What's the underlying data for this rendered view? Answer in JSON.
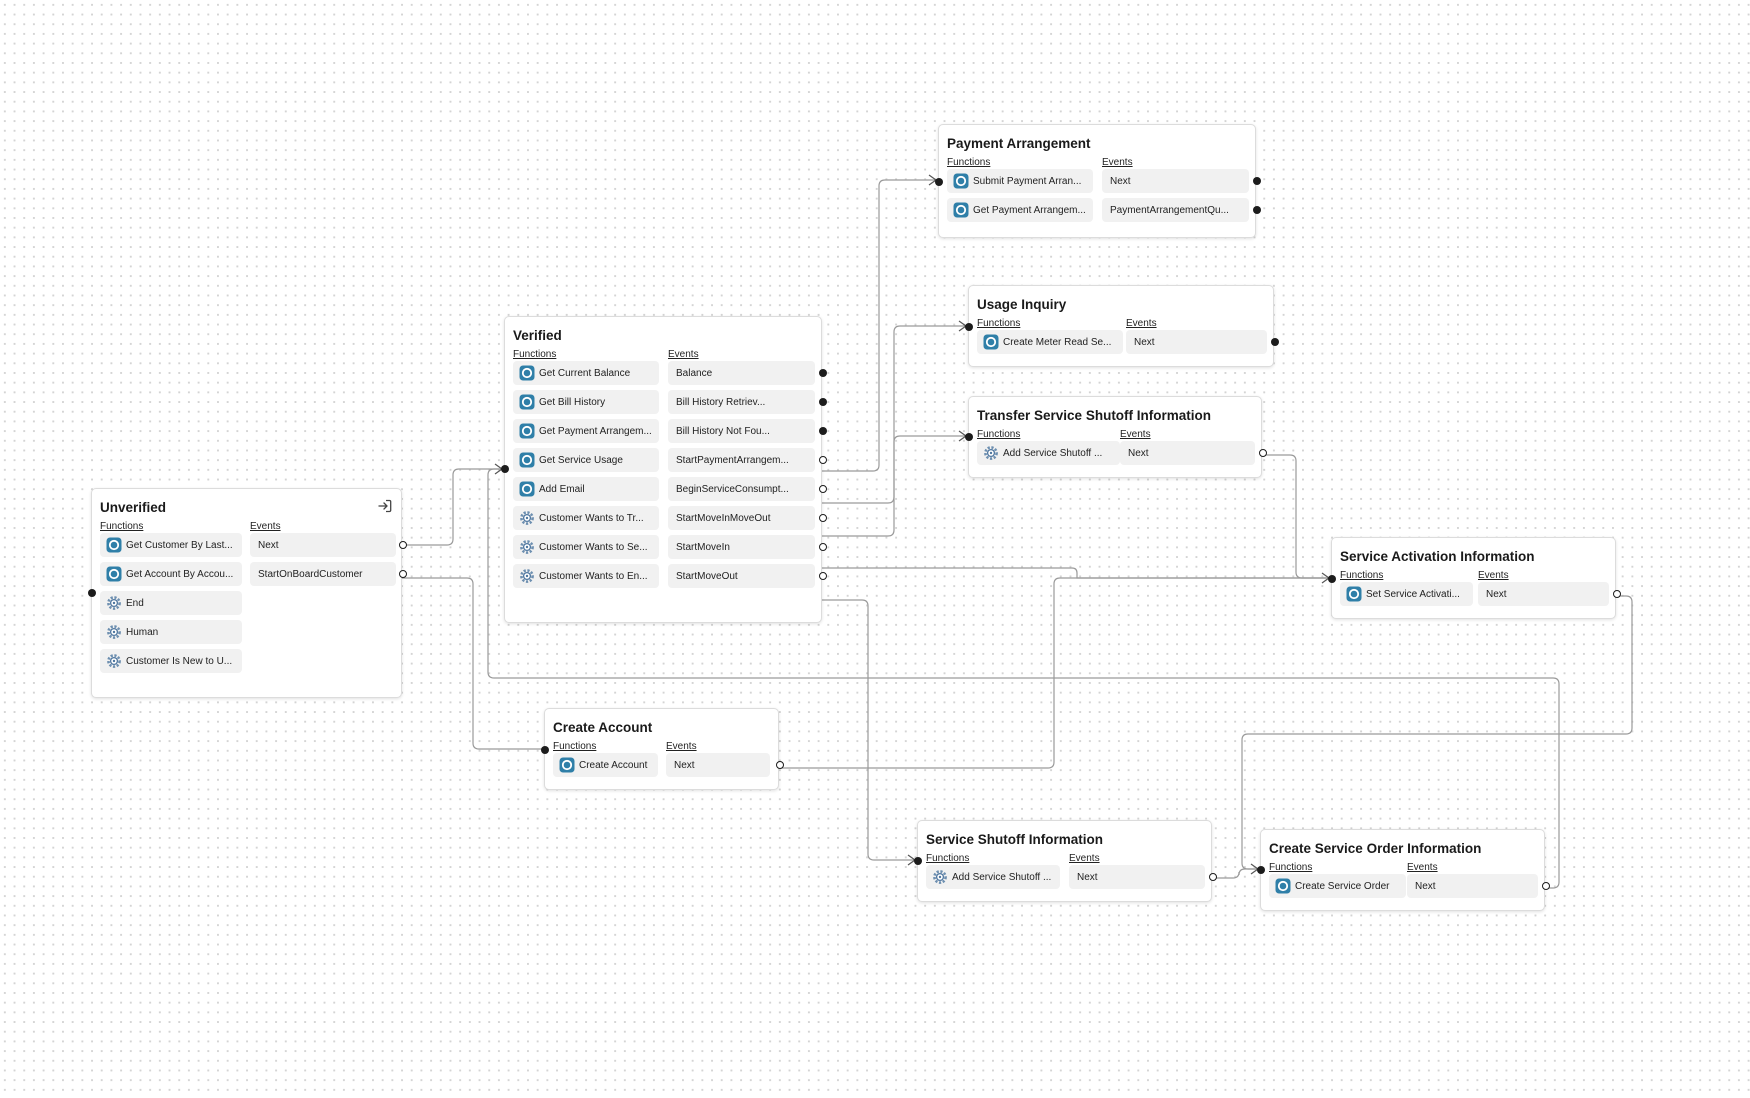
{
  "colors": {
    "accent": "#2f7fa8",
    "port": "#1c1c1c",
    "wire": "#9a9a9a"
  },
  "labels": {
    "functions": "Functions",
    "events": "Events"
  },
  "nodes": [
    {
      "id": "payment-arrangement",
      "title": "Payment Arrangement",
      "functions": [
        {
          "label": "Submit Payment Arran...",
          "icon": "api-icon"
        },
        {
          "label": "Get Payment Arrangem...",
          "icon": "api-icon"
        }
      ],
      "events": [
        {
          "label": "Next",
          "port": "filled"
        },
        {
          "label": "PaymentArrangementQu...",
          "port": "filled"
        }
      ]
    },
    {
      "id": "usage-inquiry",
      "title": "Usage Inquiry",
      "functions": [
        {
          "label": "Create Meter Read Se...",
          "icon": "api-icon"
        }
      ],
      "events": [
        {
          "label": "Next",
          "port": "filled"
        }
      ]
    },
    {
      "id": "transfer-service-shutoff",
      "title": "Transfer Service Shutoff Information",
      "functions": [
        {
          "label": "Add Service Shutoff ...",
          "icon": "gear-icon"
        }
      ],
      "events": [
        {
          "label": "Next",
          "port": "hollow"
        }
      ]
    },
    {
      "id": "verified",
      "title": "Verified",
      "functions": [
        {
          "label": "Get Current Balance",
          "icon": "api-icon"
        },
        {
          "label": "Get Bill History",
          "icon": "api-icon"
        },
        {
          "label": "Get Payment Arrangem...",
          "icon": "api-icon"
        },
        {
          "label": "Get Service Usage",
          "icon": "api-icon"
        },
        {
          "label": "Add Email",
          "icon": "api-icon"
        },
        {
          "label": "Customer Wants to Tr...",
          "icon": "gear-icon"
        },
        {
          "label": "Customer Wants to Se...",
          "icon": "gear-icon"
        },
        {
          "label": "Customer Wants to En...",
          "icon": "gear-icon"
        }
      ],
      "events": [
        {
          "label": "Balance",
          "port": "filled"
        },
        {
          "label": "Bill History Retriev...",
          "port": "filled"
        },
        {
          "label": "Bill History Not Fou...",
          "port": "filled"
        },
        {
          "label": "StartPaymentArrangem...",
          "port": "hollow"
        },
        {
          "label": "BeginServiceConsumpt...",
          "port": "hollow"
        },
        {
          "label": "StartMoveInMoveOut",
          "port": "hollow"
        },
        {
          "label": "StartMoveIn",
          "port": "hollow"
        },
        {
          "label": "StartMoveOut",
          "port": "hollow"
        }
      ]
    },
    {
      "id": "unverified",
      "title": "Unverified",
      "functions": [
        {
          "label": "Get Customer By Last...",
          "icon": "api-icon"
        },
        {
          "label": "Get Account By Accou...",
          "icon": "api-icon"
        },
        {
          "label": "End",
          "icon": "gear-icon"
        },
        {
          "label": "Human",
          "icon": "gear-icon"
        },
        {
          "label": "Customer Is New to U...",
          "icon": "gear-icon"
        }
      ],
      "events": [
        {
          "label": "Next",
          "port": "hollow"
        },
        {
          "label": "StartOnBoardCustomer",
          "port": "hollow"
        }
      ]
    },
    {
      "id": "service-activation",
      "title": "Service Activation Information",
      "functions": [
        {
          "label": "Set Service Activati...",
          "icon": "api-icon"
        }
      ],
      "events": [
        {
          "label": "Next",
          "port": "hollow"
        }
      ]
    },
    {
      "id": "create-account",
      "title": "Create Account",
      "functions": [
        {
          "label": "Create Account",
          "icon": "api-icon"
        }
      ],
      "events": [
        {
          "label": "Next",
          "port": "hollow"
        }
      ]
    },
    {
      "id": "service-shutoff",
      "title": "Service Shutoff Information",
      "functions": [
        {
          "label": "Add Service Shutoff ...",
          "icon": "gear-icon"
        }
      ],
      "events": [
        {
          "label": "Next",
          "port": "hollow"
        }
      ]
    },
    {
      "id": "create-service-order",
      "title": "Create Service Order Information",
      "functions": [
        {
          "label": "Create Service Order",
          "icon": "api-icon"
        }
      ],
      "events": [
        {
          "label": "Next",
          "port": "hollow"
        }
      ]
    }
  ]
}
